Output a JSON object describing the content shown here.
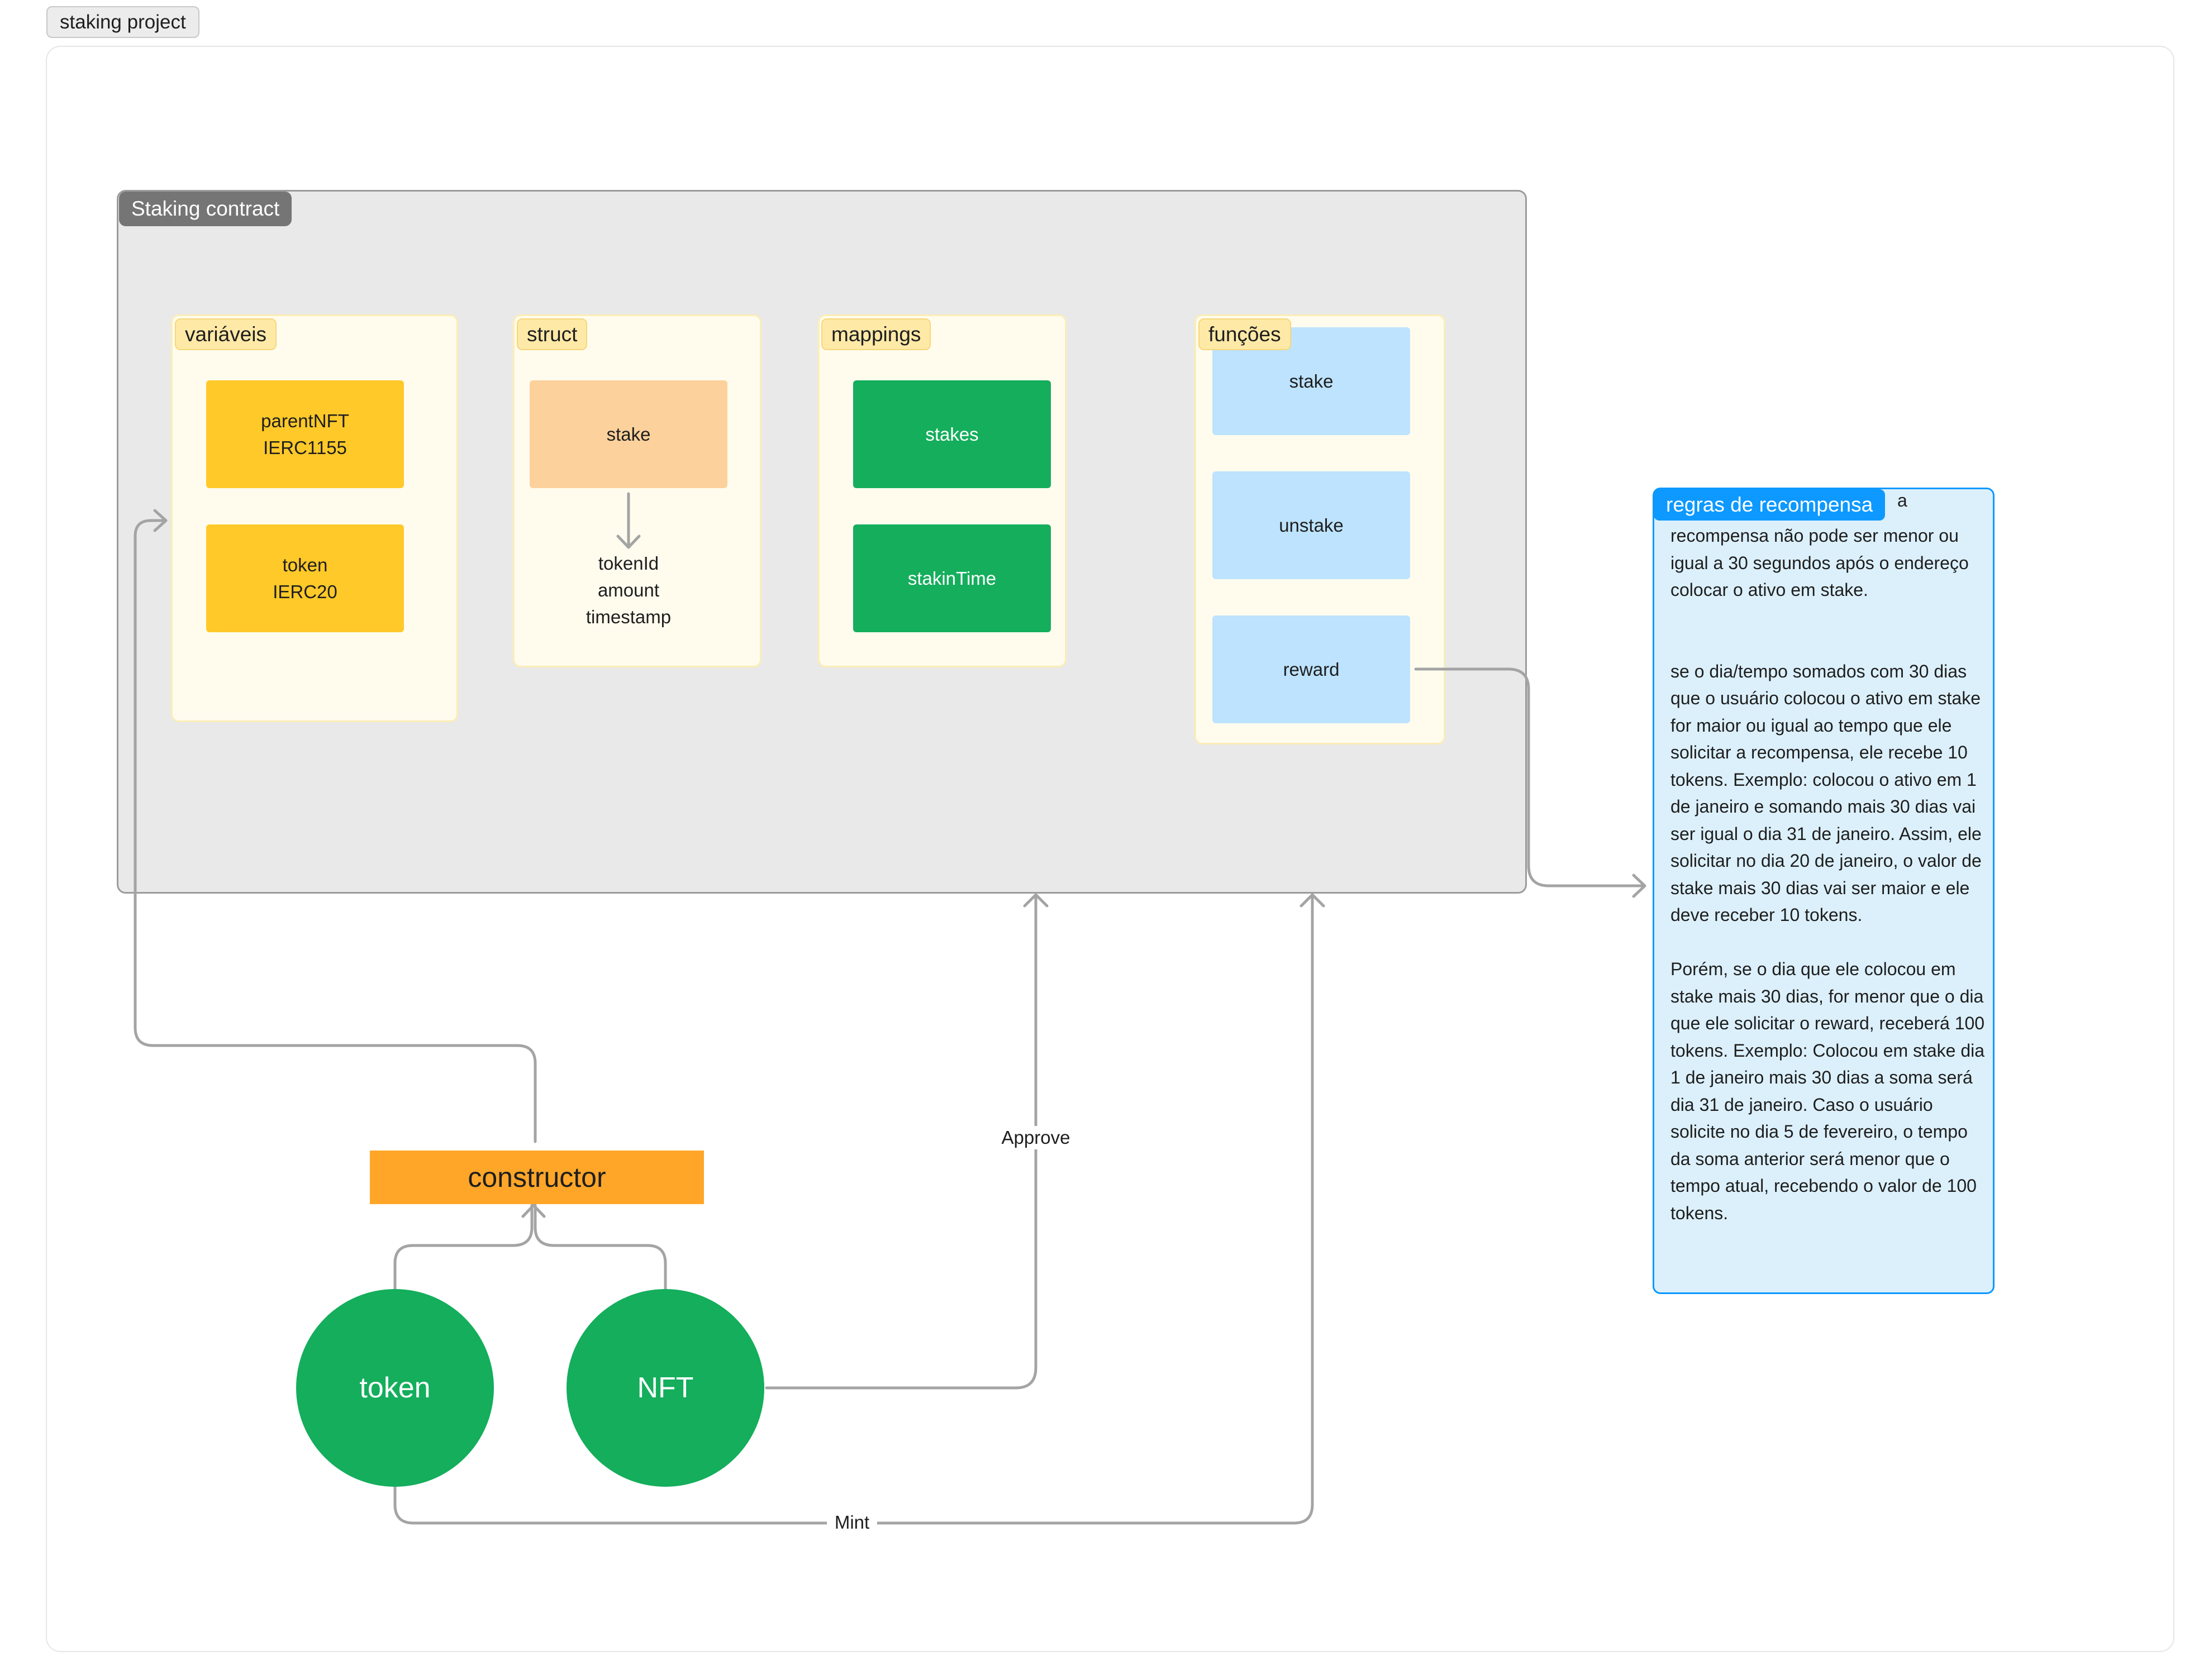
{
  "board": {
    "title": "staking project"
  },
  "contract": {
    "title": "Staking contract",
    "sections": {
      "variaveis": {
        "label": "variáveis",
        "cards": [
          "parentNFT\nIERC1155",
          "token\nIERC20"
        ]
      },
      "struct": {
        "label": "struct",
        "card": "stake",
        "fields": "tokenId\namount\ntimestamp"
      },
      "mappings": {
        "label": "mappings",
        "cards": [
          "stakes",
          "stakinTime"
        ]
      },
      "funcoes": {
        "label": "funções",
        "cards": [
          "stake",
          "unstake",
          "reward"
        ]
      }
    }
  },
  "constructor": {
    "label": "constructor"
  },
  "circles": {
    "token": "token",
    "nft": "NFT"
  },
  "edges": {
    "approve": "Approve",
    "mint": "Mint"
  },
  "note": {
    "title": "regras de recompensa",
    "first_word": "a",
    "body": "recompensa não pode ser menor ou igual a 30 segundos após o endereço colocar o ativo em stake.\n\n\nse o dia/tempo somados com 30 dias que o usuário colocou o ativo em stake for maior ou igual ao tempo que ele solicitar a recompensa, ele recebe 10 tokens. Exemplo: colocou o ativo em 1 de janeiro  e somando mais 30 dias vai ser igual o dia 31 de janeiro. Assim, ele solicitar no dia 20 de janeiro, o valor de stake mais 30 dias vai ser maior e ele deve receber 10 tokens.\n\nPorém, se o dia que ele colocou em stake mais 30 dias, for menor que o dia que ele solicitar o reward, receberá 100 tokens. Exemplo: Colocou em stake dia 1 de janeiro mais 30 dias a soma será dia 31 de janeiro. Caso o usuário solicite no dia 5 de fevereiro, o tempo da soma anterior será menor que o tempo atual, recebendo o valor de 100 tokens."
  },
  "colors": {
    "contract_tag": "#757575",
    "section_bg": "#fffcee",
    "yellow_card": "#ffc929",
    "peach_card": "#fcd19c",
    "green": "#14ae5c",
    "blue_card": "#bde3ff",
    "constructor": "#ffa629",
    "note_bg": "#dcf0fc",
    "note_accent": "#0d99ff",
    "connector": "#a4a4a4"
  }
}
